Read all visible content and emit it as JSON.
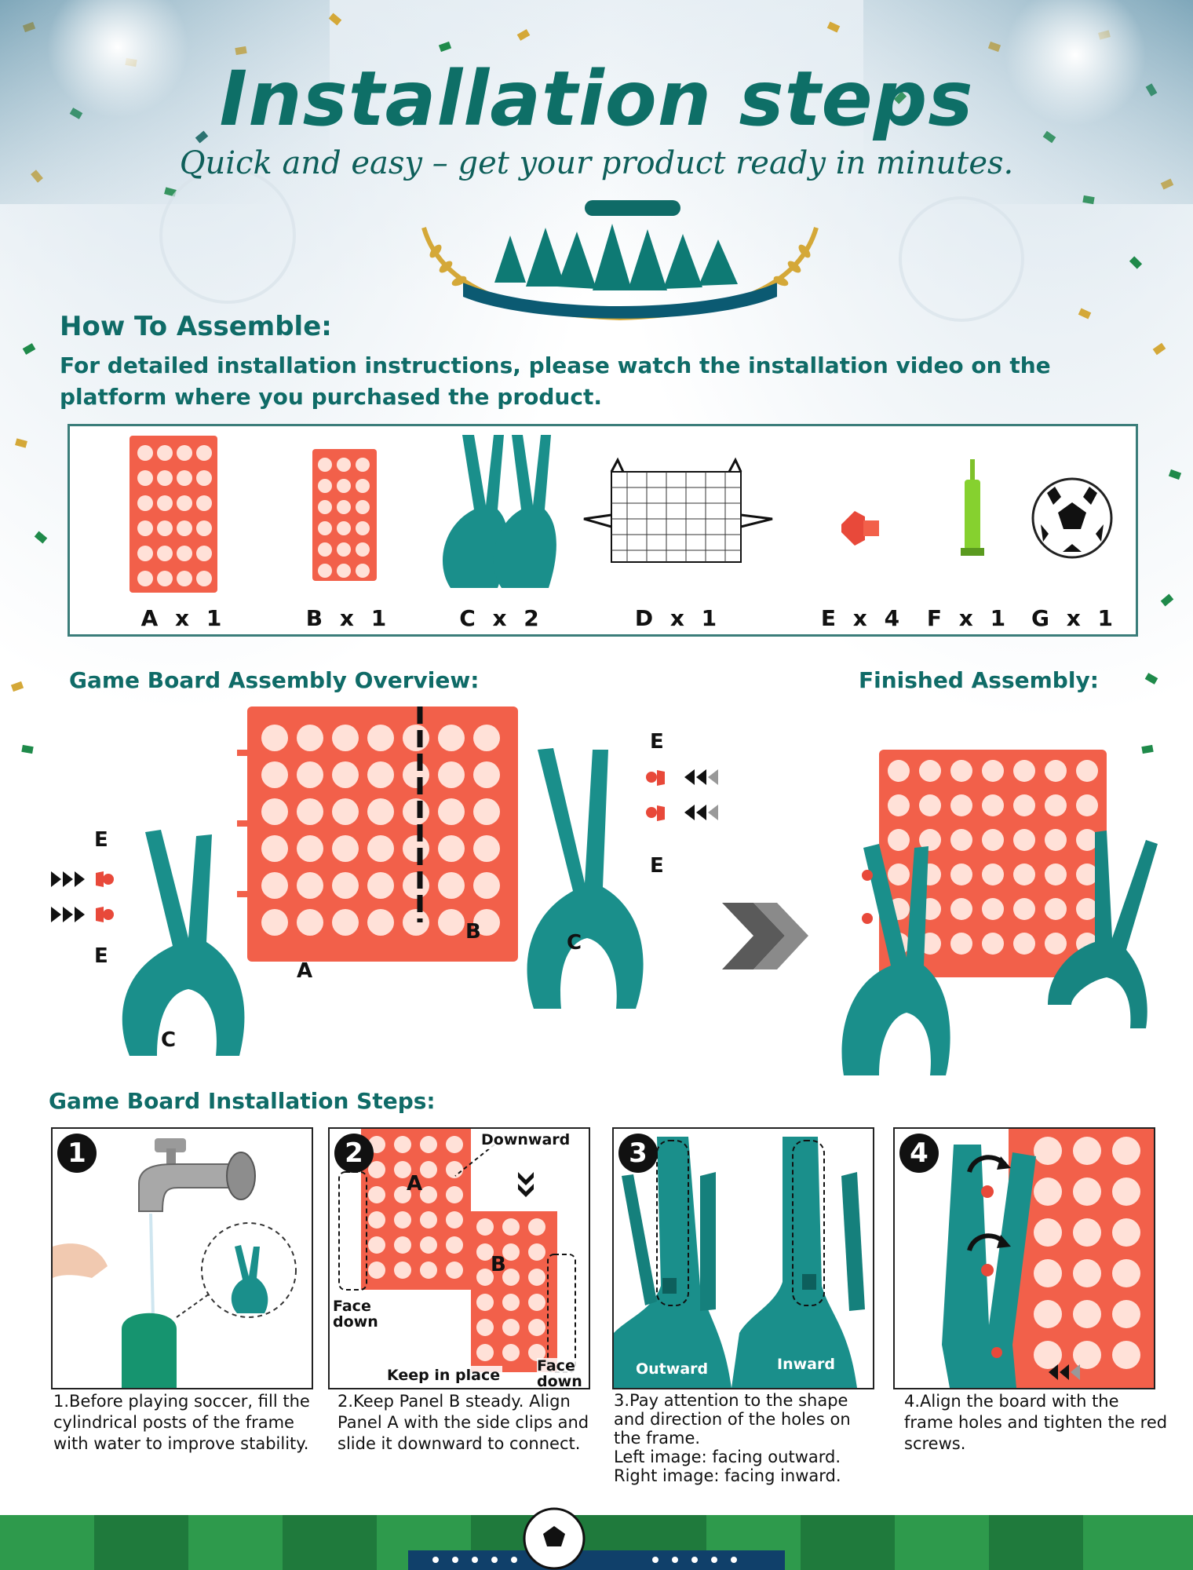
{
  "header": {
    "title": "Installation steps",
    "subtitle": "Quick and easy – get your product ready in minutes."
  },
  "assemble": {
    "heading": "How To Assemble:",
    "intro": "For detailed installation instructions, please watch the installation video on the platform where you purchased the product."
  },
  "parts": [
    {
      "label": "A x 1",
      "icon": "panel-a-icon"
    },
    {
      "label": "B x 1",
      "icon": "panel-b-icon"
    },
    {
      "label": "C x 2",
      "icon": "stand-c-icon"
    },
    {
      "label": "D x 1",
      "icon": "net-icon"
    },
    {
      "label": "E x 4",
      "icon": "screw-icon"
    },
    {
      "label": "F x 1",
      "icon": "pump-icon"
    },
    {
      "label": "G x 1",
      "icon": "soccer-ball-icon"
    }
  ],
  "overview": {
    "heading": "Game Board Assembly Overview:",
    "finished_heading": "Finished Assembly:",
    "label_a": "A",
    "label_b": "B",
    "label_c": "C",
    "label_e": "E"
  },
  "steps": {
    "heading": "Game Board Installation Steps:",
    "items": [
      {
        "number": "1",
        "text": "1.Before playing soccer, fill the cylindrical posts of the frame with water to improve stability."
      },
      {
        "number": "2",
        "text": "2.Keep Panel B steady. Align Panel A with the side clips and slide it downward to connect."
      },
      {
        "number": "3",
        "text": "3.Pay attention to the shape and direction of the holes on the frame.\nLeft image: facing outward.\nRight image: facing inward."
      },
      {
        "number": "4",
        "text": "4.Align the board with the frame holes and tighten the red screws."
      }
    ],
    "step2_labels": {
      "downward": "Downward",
      "face_down": "Face down",
      "keep_in_place": "Keep in place",
      "face_down_2": "Face down",
      "panel_a": "A",
      "panel_b": "B"
    },
    "step3_labels": {
      "outward": "Outward",
      "inward": "Inward"
    }
  },
  "colors": {
    "teal": "#0f6b67",
    "coral": "#f2604a",
    "frame_teal": "#1a8f8b",
    "gold": "#d4a838"
  }
}
